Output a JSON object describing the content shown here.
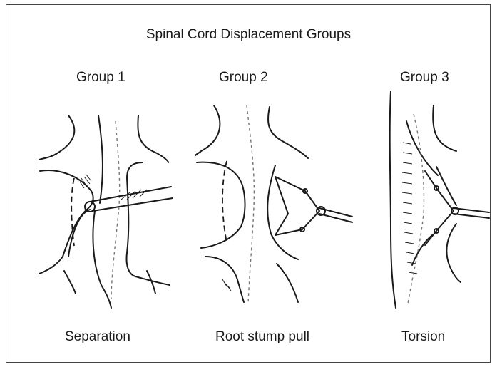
{
  "title": "Spinal Cord Displacement Groups",
  "groups": [
    {
      "label": "Group 1",
      "caption": "Separation"
    },
    {
      "label": "Group 2",
      "caption": "Root stump pull"
    },
    {
      "label": "Group 3",
      "caption": "Torsion"
    }
  ]
}
